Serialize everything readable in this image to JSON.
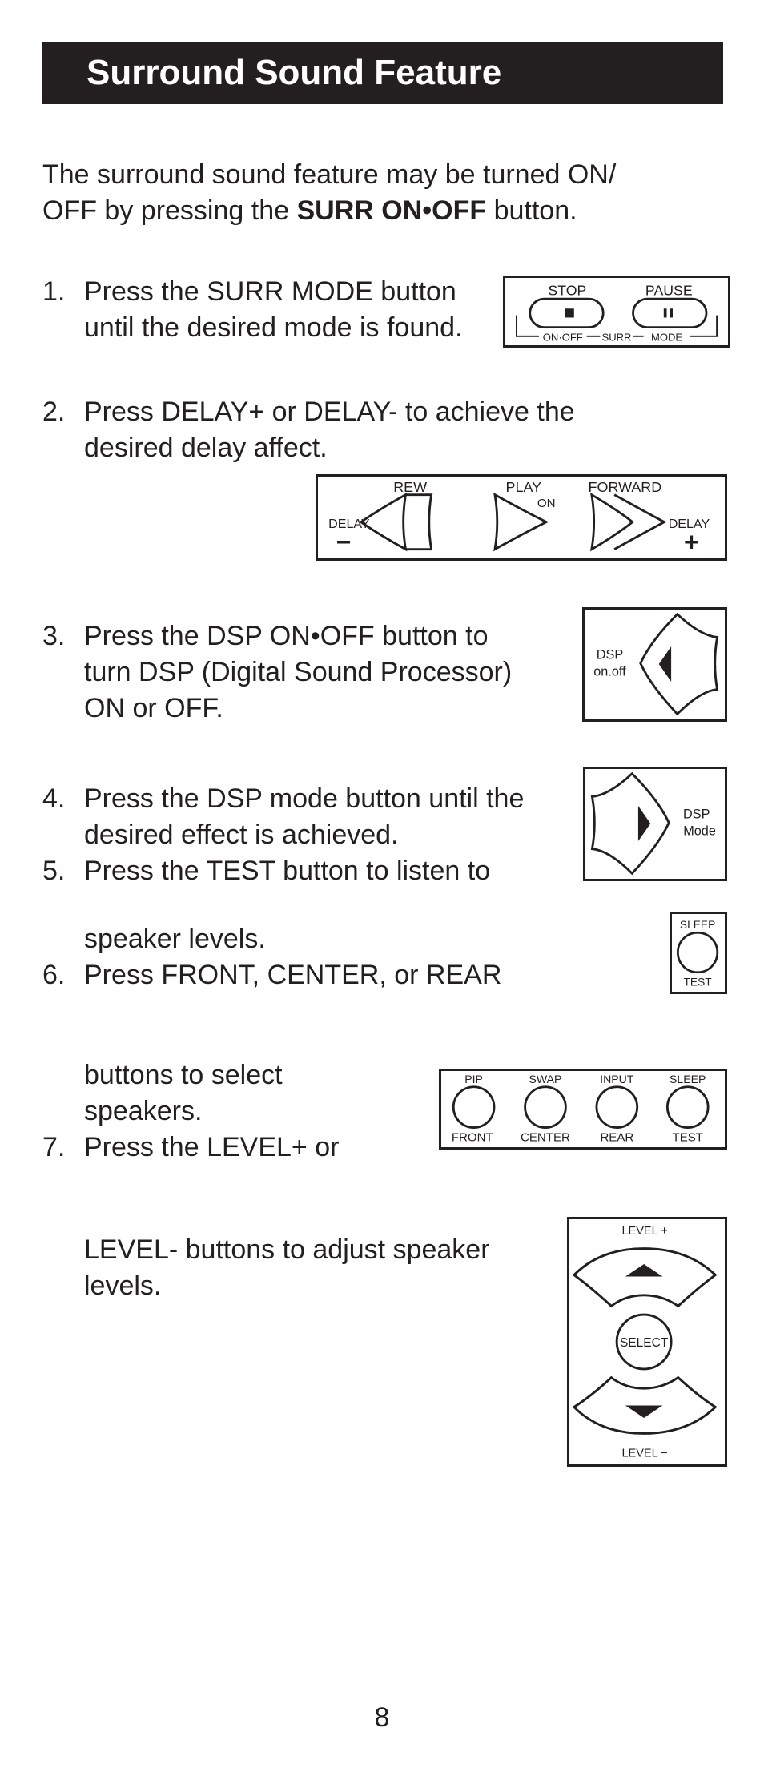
{
  "header": {
    "title": "Surround Sound Feature"
  },
  "intro": {
    "line1": "The surround sound feature may be turned ON/",
    "line2_pre": "OFF by pressing the ",
    "line2_bold": "SURR ON•OFF",
    "line2_post": " button."
  },
  "steps": [
    {
      "num": "1.",
      "lines": [
        "Press the SURR MODE button",
        "until the desired mode is found."
      ]
    },
    {
      "num": "2.",
      "lines": [
        "Press DELAY+ or DELAY- to achieve the",
        "desired delay affect."
      ]
    },
    {
      "num": "3.",
      "lines": [
        "Press the DSP ON•OFF button to",
        "turn DSP (Digital Sound Processor)",
        "ON or OFF."
      ]
    },
    {
      "num": "4.",
      "lines": [
        "Press the DSP mode button until the",
        "desired effect is achieved."
      ]
    },
    {
      "num": "5.",
      "lines": [
        "Press the TEST button to listen to",
        "speaker levels."
      ]
    },
    {
      "num": "6.",
      "lines": [
        "Press FRONT, CENTER, or REAR",
        "buttons to select",
        "speakers."
      ]
    },
    {
      "num": "7.",
      "lines": [
        "Press the LEVEL+ or",
        "LEVEL- buttons to adjust speaker",
        "levels."
      ]
    }
  ],
  "diagrams": {
    "surr": {
      "stop": "STOP",
      "pause": "PAUSE",
      "onoff": "ON·OFF",
      "surr": "SURR",
      "mode": "MODE"
    },
    "delay": {
      "rew": "REW",
      "play": "PLAY",
      "on": "ON",
      "forward": "FORWARD",
      "delay_left": "DELAY",
      "delay_right": "DELAY",
      "minus": "−",
      "plus": "+"
    },
    "dsp_onoff": {
      "line1": "DSP",
      "line2": "on.off"
    },
    "dsp_mode": {
      "line1": "DSP",
      "line2": "Mode"
    },
    "sleep_test": {
      "top": "SLEEP",
      "bottom": "TEST"
    },
    "speakers": {
      "top": [
        "PIP",
        "SWAP",
        "INPUT",
        "SLEEP"
      ],
      "bottom": [
        "FRONT",
        "CENTER",
        "REAR",
        "TEST"
      ]
    },
    "level": {
      "plus": "LEVEL +",
      "select": "SELECT",
      "minus": "LEVEL −"
    }
  },
  "page_number": "8"
}
